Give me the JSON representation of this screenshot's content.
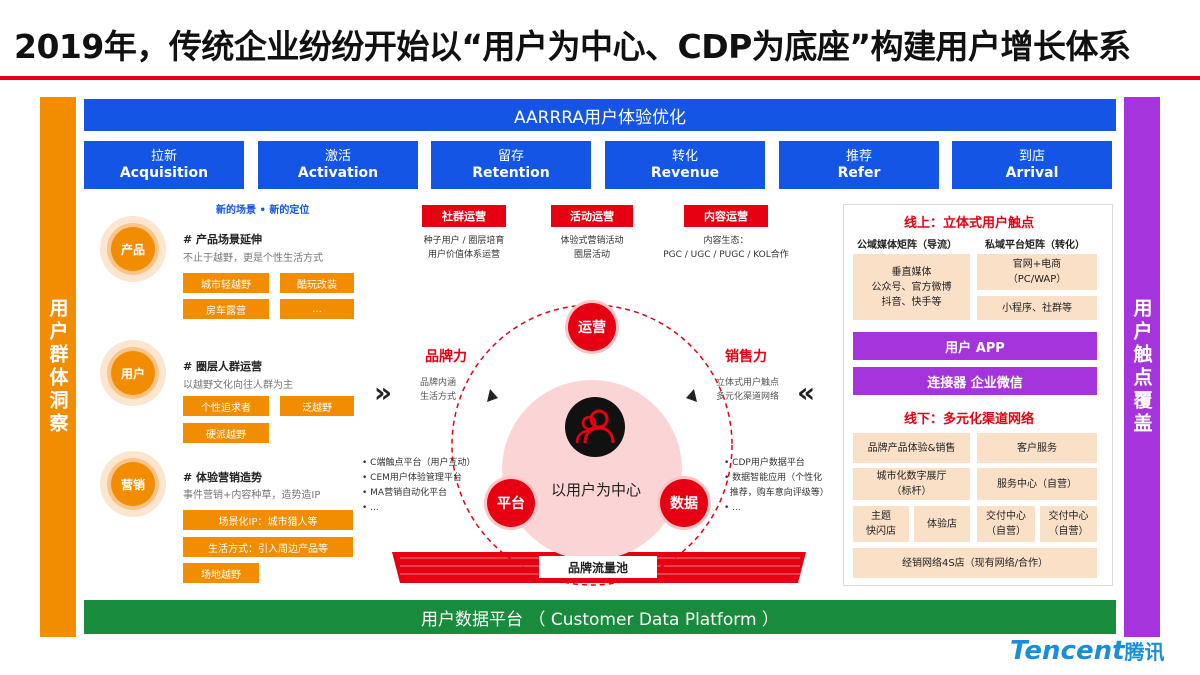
{
  "title": "2019年，传统企业纷纷开始以“用户为中心、CDP为底座”构建用户增长体系",
  "left_bar": "用户群体洞察",
  "right_bar": "用户触点覆盖",
  "top_bar": "AARRRA用户体验优化",
  "stages": [
    {
      "cn": "拉新",
      "en": "Acquisition"
    },
    {
      "cn": "激活",
      "en": "Activation"
    },
    {
      "cn": "留存",
      "en": "Retention"
    },
    {
      "cn": "转化",
      "en": "Revenue"
    },
    {
      "cn": "推荐",
      "en": "Refer"
    },
    {
      "cn": "到店",
      "en": "Arrival"
    }
  ],
  "bottom_bar": "用户数据平台 （ Customer Data Platform ）",
  "left": {
    "new_scene": "新的场景 • 新的定位",
    "sections": [
      {
        "circle": "产品",
        "title": "# 产品场景延伸",
        "desc": "不止于越野，更是个性生活方式",
        "boxes": [
          "城市轻越野",
          "酷玩改装",
          "房车露营",
          "..."
        ]
      },
      {
        "circle": "用户",
        "title": "# 圈层人群运营",
        "desc": "以越野文化向往人群为主",
        "boxes": [
          "个性追求者",
          "泛越野",
          "硬派越野"
        ]
      },
      {
        "circle": "营销",
        "title": "# 体验营销造势",
        "desc": "事件营销+内容种草，造势造IP",
        "boxes": [
          "场景化IP：城市猎人等",
          "生活方式：引入周边产品等",
          "场地越野"
        ]
      }
    ]
  },
  "middle": {
    "ops": [
      {
        "label": "社群运营",
        "desc": [
          "种子用户 / 圈层培育",
          "用户价值体系运营"
        ]
      },
      {
        "label": "活动运营",
        "desc": [
          "体验式营销活动",
          "圈层活动"
        ]
      },
      {
        "label": "内容运营",
        "desc": [
          "内容生态：",
          "PGC / UGC / PUGC / KOL合作"
        ]
      }
    ],
    "brand_power": {
      "title": "品牌力",
      "lines": [
        "品牌内涵",
        "生活方式"
      ]
    },
    "sales_power": {
      "title": "销售力",
      "lines": [
        "立体式用户触点",
        "多元化渠道网络"
      ]
    },
    "center": "以用户为中心",
    "nodes": {
      "ops": "运营",
      "platform": "平台",
      "data": "数据"
    },
    "platform_list": [
      "C端触点平台（用户互动）",
      "CEM用户体验管理平台",
      "MA营销自动化平台",
      "..."
    ],
    "data_list": [
      "CDP用户数据平台",
      "数据智能应用（个性化",
      "推荐，购车意向评级等）",
      "..."
    ],
    "pool": "品牌流量池"
  },
  "right": {
    "online_title": "线上：立体式用户触点",
    "sub1": "公域媒体矩阵（导流）",
    "sub2": "私域平台矩阵（转化）",
    "media": [
      "垂直媒体",
      "公众号、官方微博",
      "抖音、快手等"
    ],
    "official": [
      "官网+电商",
      "（PC/WAP）"
    ],
    "mini": "小程序、社群等",
    "app": "用户 APP",
    "connector": "连接器 企业微信",
    "offline_title": "线下：多元化渠道网络",
    "offline": {
      "brand_store": "品牌产品体验&销售",
      "service": "客户服务",
      "digital": [
        "城市化数字展厅",
        "（标杆）"
      ],
      "service_center": "服务中心（自营）",
      "flash": [
        "主题",
        "快闪店"
      ],
      "exp": "体验店",
      "delivery1": [
        "交付中心",
        "（自营）"
      ],
      "delivery2": [
        "交付中心",
        "（自营）"
      ],
      "dealer": "经销网络4S店（现有网络/合作）"
    }
  },
  "logo": {
    "en": "Tencent",
    "cn": "腾讯"
  }
}
